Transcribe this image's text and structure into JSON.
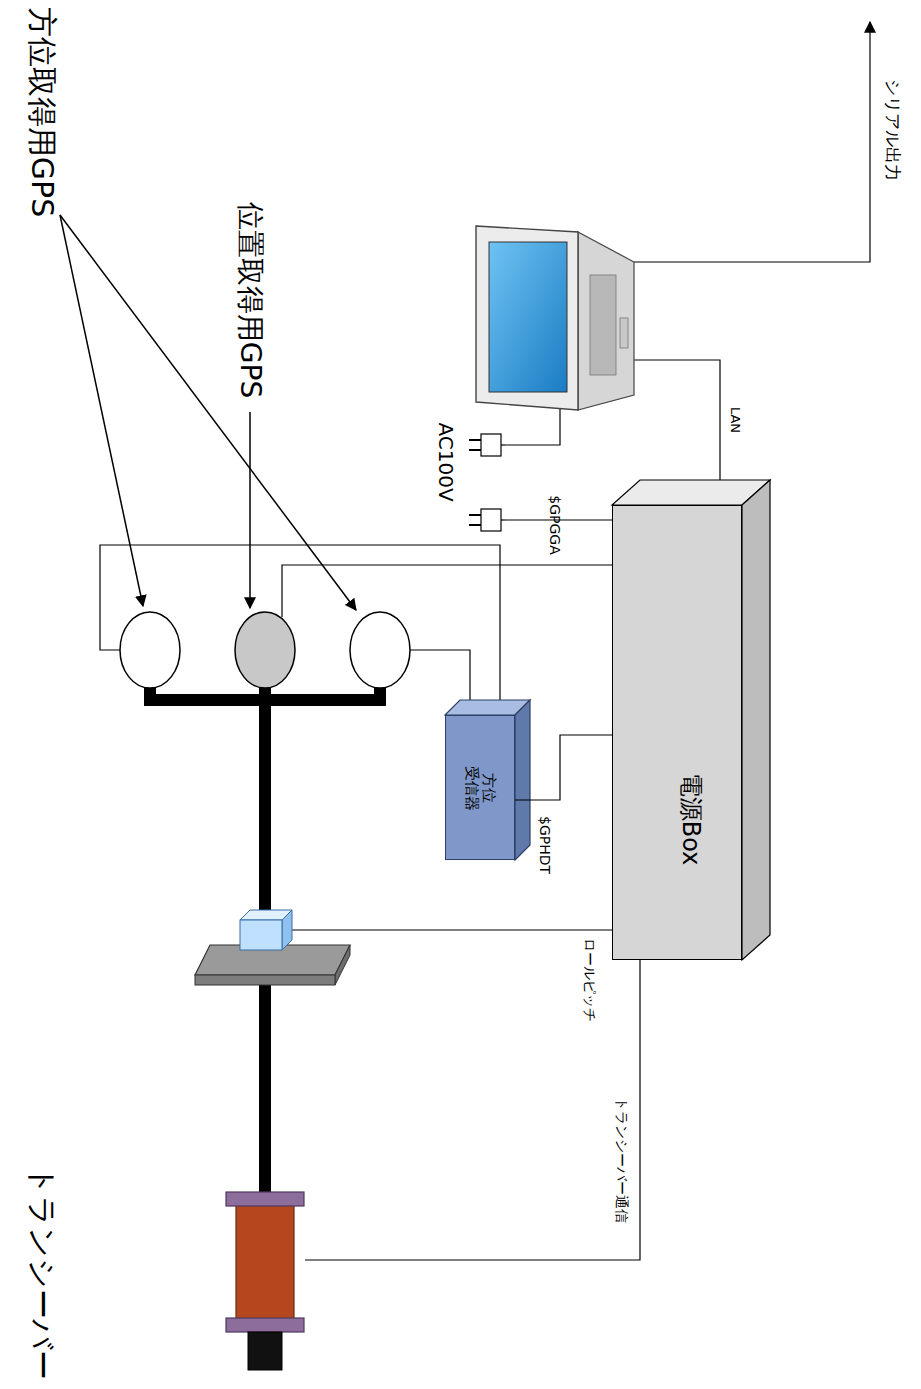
{
  "diagram": {
    "nodes": [
      {
        "text": [
          "方位 受信器"
        ]
      },
      {
        "text": [
          "電源Box"
        ]
      }
    ],
    "edges": [
      {
        "from": 0,
        "to": 1,
        "arrow": "none",
        "label": "$GPHDT"
      }
    ],
    "labels": [
      "方位取得用GPS",
      "位置取得用GPS",
      "$GPGGA",
      "ロールピッチ",
      "トランシーバー通信",
      "トランシーバー",
      "AC100V",
      "LAN",
      "シリアル出力"
    ]
  }
}
